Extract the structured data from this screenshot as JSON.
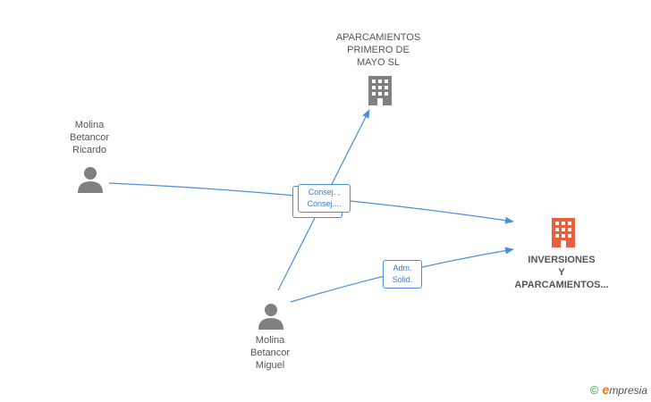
{
  "nodes": {
    "company_top": {
      "label_lines": [
        "APARCAMIENTOS",
        "PRIMERO DE",
        "MAYO SL"
      ],
      "icon": "building-icon",
      "color": "#808080"
    },
    "company_main": {
      "label_lines": [
        "INVERSIONES",
        "Y",
        "APARCAMIENTOS..."
      ],
      "icon": "building-icon",
      "color": "#e8603c"
    },
    "person_ricardo": {
      "label_lines": [
        "Molina",
        "Betancor",
        "Ricardo"
      ],
      "icon": "person-icon",
      "color": "#808080"
    },
    "person_miguel": {
      "label_lines": [
        "Molina",
        "Betancor",
        "Miguel"
      ],
      "icon": "person-icon",
      "color": "#808080"
    }
  },
  "relations": {
    "consej": {
      "lines": [
        "Consej. ,",
        "Consej...."
      ]
    },
    "adm": {
      "lines": [
        "Adm.",
        "Solid."
      ]
    }
  },
  "edge_color": "#4a90d9",
  "footer": {
    "copyright_symbol": "©",
    "brand_initial": "e",
    "brand_rest": "mpresia"
  }
}
